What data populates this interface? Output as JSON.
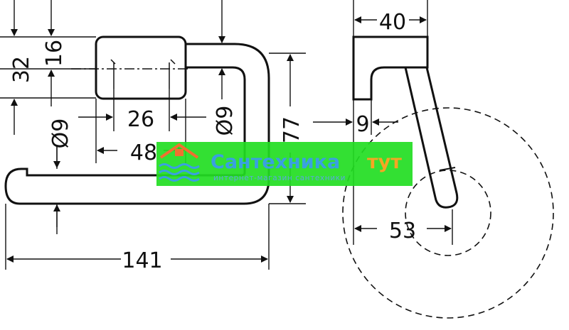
{
  "drawing": {
    "dims": {
      "d16": "16",
      "d32": "32",
      "d26": "26",
      "d48": "48",
      "d9a": "Ø9",
      "d9b": "Ø9",
      "d77": "77",
      "d141": "141",
      "d40": "40",
      "d9c": "9",
      "d53": "53"
    }
  },
  "watermark": {
    "title_part1": "Сантехника",
    "title_part2": "тут",
    "subtitle": "интернет-магазин сантехники",
    "colors": {
      "band": "#22dd22",
      "title": "#3aa0e0",
      "accent": "#f5a623",
      "logo_roof": "#f07030",
      "logo_waves": "#3aa0e0"
    }
  }
}
